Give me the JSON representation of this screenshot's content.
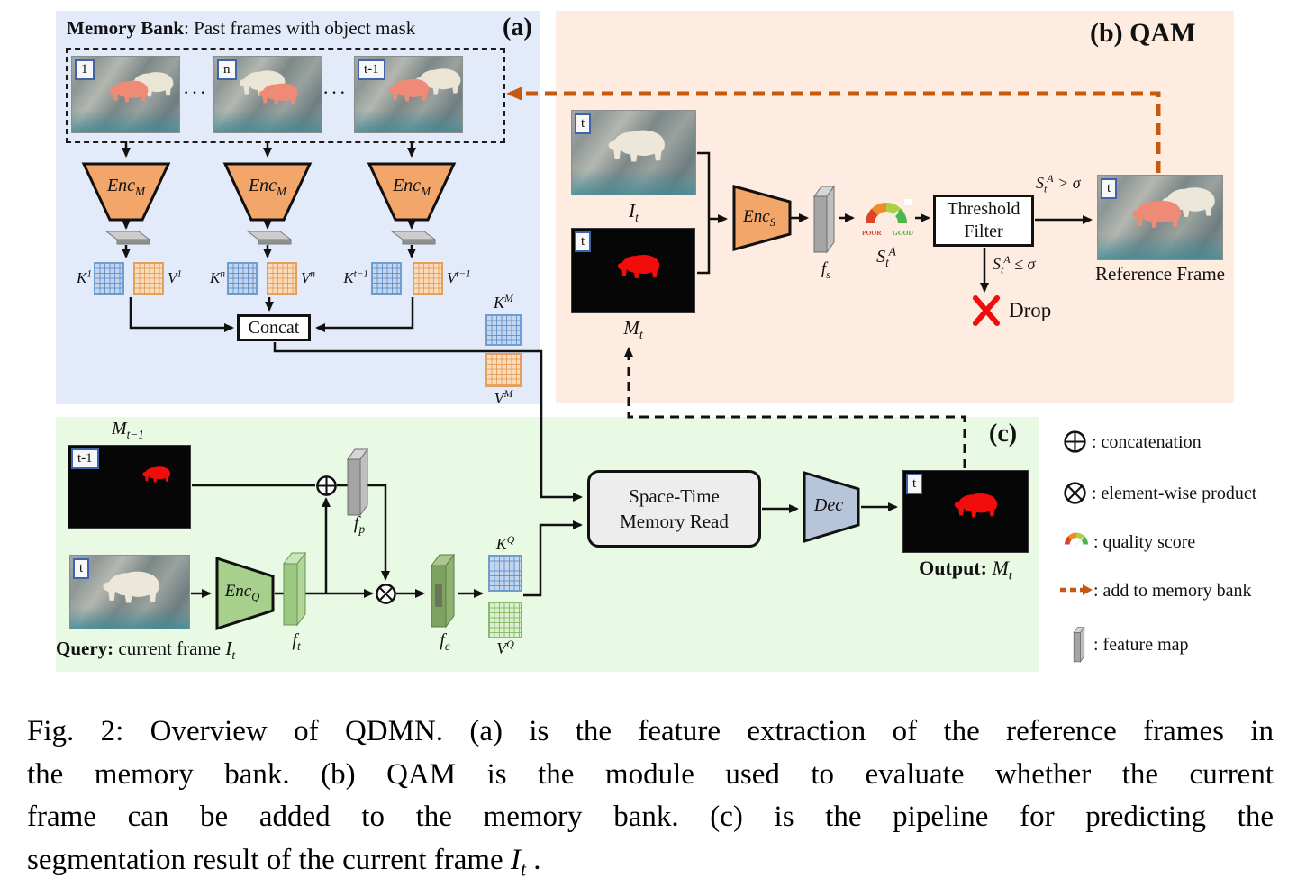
{
  "colors": {
    "panel_a_bg": "#e3eafa",
    "panel_b_bg": "#fdecdf",
    "panel_c_bg": "#e8f9e4",
    "encoder_orange": "#f3a669",
    "encoder_green": "#a8d08d",
    "decoder_blue": "#b7c5da",
    "memory_arrow_orange": "#c4590f",
    "mask_red": "#f20d0d",
    "mask_salmon": "#ef8a76",
    "key_blue": "#c3d6ee",
    "value_orange": "#fbdcba",
    "value_green": "#dcefcf"
  },
  "panel_a": {
    "label": "(a)",
    "title_bold": "Memory Bank",
    "title_rest": ": Past frames with object mask",
    "frame_tags": [
      "1",
      "n",
      "t-1"
    ],
    "dots": "···",
    "encoder_base": "Enc",
    "encoder_sub": "M",
    "kv": [
      {
        "k_base": "K",
        "k_sup": "1",
        "v_base": "V",
        "v_sup": "1"
      },
      {
        "k_base": "K",
        "k_sup": "n",
        "v_base": "V",
        "v_sup": "n"
      },
      {
        "k_base": "K",
        "k_sup": "t−1",
        "v_base": "V",
        "v_sup": "t−1"
      }
    ],
    "concat_label": "Concat",
    "km_base": "K",
    "km_sup": "M",
    "vm_base": "V",
    "vm_sup": "M"
  },
  "panel_b": {
    "label": "(b) QAM",
    "frame_tag": "t",
    "image_base": "I",
    "image_sub": "t",
    "mask_base": "M",
    "mask_sub": "t",
    "encoder_base": "Enc",
    "encoder_sub": "S",
    "fs_base": "f",
    "fs_sub": "s",
    "gauge_poor": "POOR",
    "gauge_good": "GOOD",
    "score_base": "S",
    "score_sub": "t",
    "score_sup": "A",
    "threshold_line1": "Threshold",
    "threshold_line2": "Filter",
    "pass_rest": " > σ",
    "fail_rest": " ≤ σ",
    "drop_label": "Drop",
    "reference_label": "Reference Frame"
  },
  "panel_c": {
    "label": "(c)",
    "prev_mask_base": "M",
    "prev_mask_sub": "t−1",
    "prev_mask_tag": "t-1",
    "query_tag": "t",
    "query_bold": "Query:",
    "query_rest": " current frame ",
    "query_math_base": "I",
    "query_math_sub": "t",
    "encoder_base": "Enc",
    "encoder_sub": "Q",
    "ft_base": "f",
    "ft_sub": "t",
    "fp_base": "f",
    "fp_sub": "p",
    "fe_base": "f",
    "fe_sub": "e",
    "kq_base": "K",
    "kq_sup": "Q",
    "vq_base": "V",
    "vq_sup": "Q",
    "memory_read_line1": "Space-Time",
    "memory_read_line2": "Memory Read",
    "decoder_label": "Dec",
    "output_bold": "Output:",
    "output_math_base": "M",
    "output_math_sub": "t",
    "output_tag": "t"
  },
  "legend": {
    "items": [
      {
        "icon": "circle-plus-icon",
        "text": ": concatenation"
      },
      {
        "icon": "circle-times-icon",
        "text": ": element-wise product"
      },
      {
        "icon": "quality-gauge-icon",
        "text": ": quality score"
      },
      {
        "icon": "orange-dashed-arrow-icon",
        "text": ": add to memory bank"
      },
      {
        "icon": "feature-map-slab-icon",
        "text": ": feature map"
      }
    ]
  },
  "caption": {
    "line1": "Fig. 2: Overview of QDMN. (a) is the feature extraction of the reference frames in",
    "line2": "the memory bank. (b) QAM is the module used to evaluate whether the current",
    "line3": "frame can be added to the memory bank. (c) is the pipeline for predicting the",
    "line4_pre": "segmentation result of the current frame ",
    "line4_math_base": "I",
    "line4_math_sub": "t",
    "line4_post": " ."
  }
}
